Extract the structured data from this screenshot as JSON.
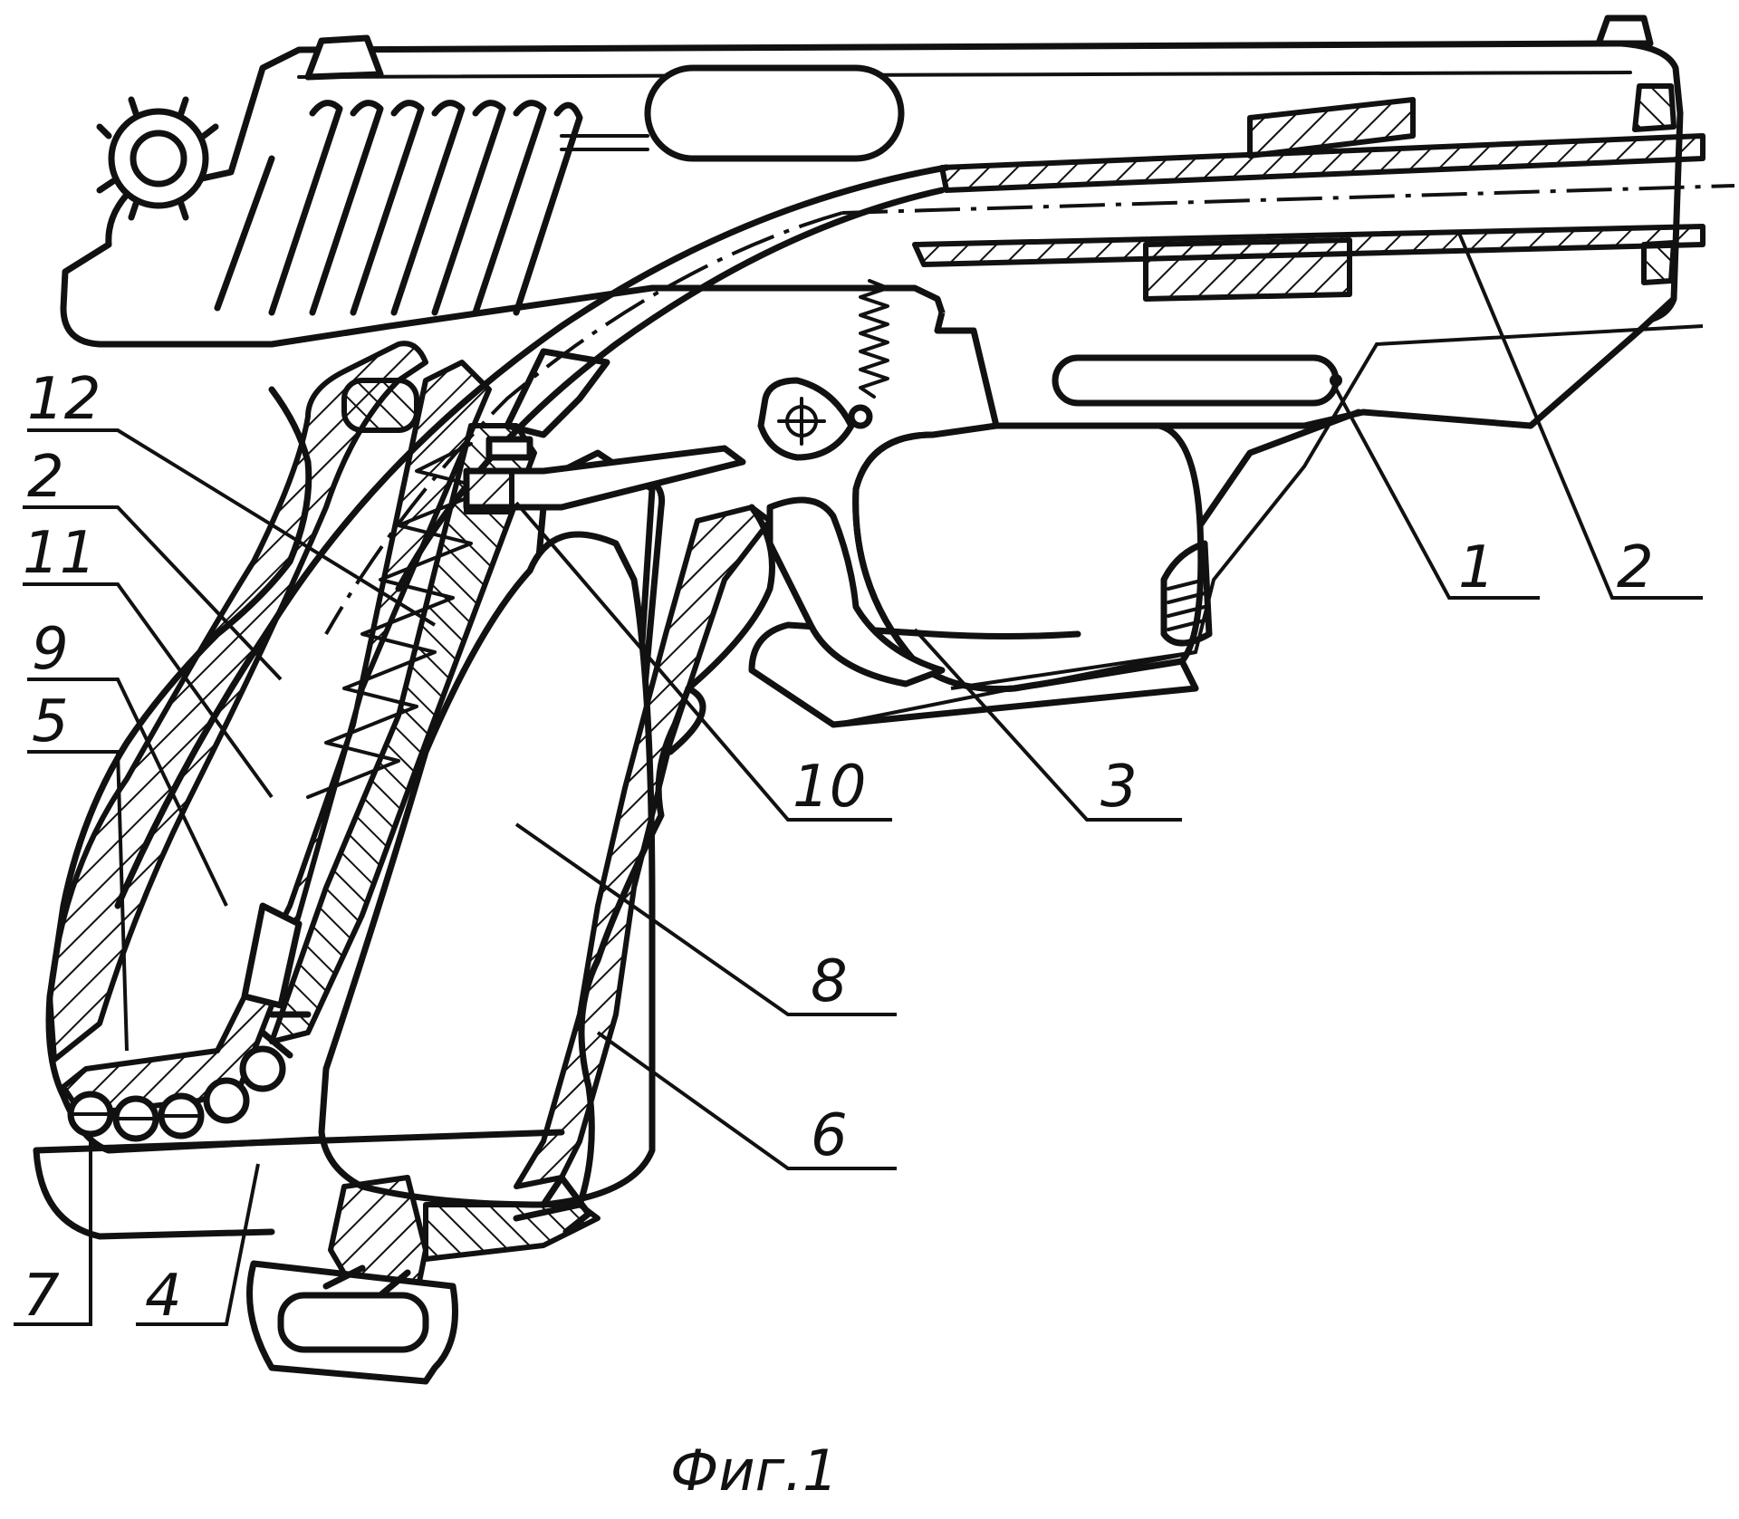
{
  "figure": {
    "caption": "Фиг.1"
  },
  "callouts": [
    {
      "id": "label-1",
      "text": "1"
    },
    {
      "id": "label-2r",
      "text": "2"
    },
    {
      "id": "label-3",
      "text": "3"
    },
    {
      "id": "label-10",
      "text": "10"
    },
    {
      "id": "label-8",
      "text": "8"
    },
    {
      "id": "label-6",
      "text": "6"
    },
    {
      "id": "label-12",
      "text": "12"
    },
    {
      "id": "label-2l",
      "text": "2"
    },
    {
      "id": "label-11",
      "text": "11"
    },
    {
      "id": "label-9",
      "text": "9"
    },
    {
      "id": "label-5",
      "text": "5"
    },
    {
      "id": "label-7",
      "text": "7"
    },
    {
      "id": "label-4",
      "text": "4"
    }
  ]
}
